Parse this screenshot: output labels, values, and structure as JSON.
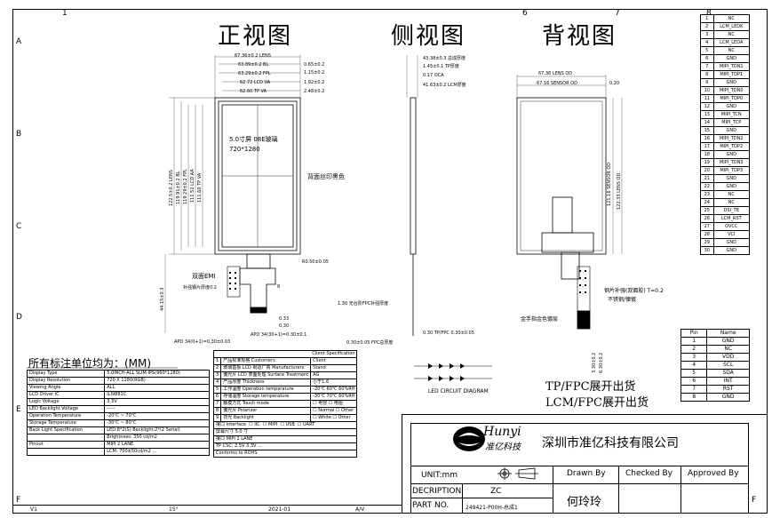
{
  "columns": [
    "1",
    "6",
    "7",
    "8"
  ],
  "rows": [
    "A",
    "B",
    "C",
    "D",
    "E",
    "F"
  ],
  "views": {
    "front": "正视图",
    "side": "侧视图",
    "back": "背视图"
  },
  "front_dims": {
    "d1": "67.36±0.2  LENS",
    "d2": "63.89±0.2 BL",
    "d3": "63.29±0.2 FPL",
    "d4": "62.72 LCD VA",
    "d5": "62.60 TP VA",
    "r1": "0.65±0.2",
    "r2": "1.15±0.2",
    "r3": "1.92±0.2",
    "r4": "2.48±0.2",
    "lcd_text": "5.0寸屏 08E玻璃",
    "lcd_res": "720*1280",
    "silk": "背面丝印黑色",
    "v1": "122.5±0.2 LENS",
    "v2": "119.91±0.2 BL",
    "v3": "119.29±0.2 FPL",
    "v4": "111.52 LCD AA",
    "v5": "111.60 TP VA",
    "fpc_len": "44.15±0.3",
    "shield": "双面EMI",
    "stiffener": "补强钢片厚度0.2",
    "d_apd": "APD 34(0+1)=0.30±0.03",
    "d_apd2": "APD 34(30+1)=0.30±0.1",
    "d_033": "0.33",
    "d_030": "0.30",
    "d_8": "8",
    "d_radius": "R0.50±0.05"
  },
  "side_dims": {
    "s1": "43.38±0.3 总成厚度",
    "s2": "1.45±0.1 TP厚度",
    "s3": "0.17 OCA",
    "s4": "41.63±0.2 LCM厚度",
    "fpc1": "1.30 无台阶FPC补强厚度",
    "fpc2": "0.30 TP/FPC 0.30±0.05",
    "fpc3": "0.30±0.05 FPC总厚度",
    "circuit": "LED CIRCUIT DIAGRAM"
  },
  "back_dims": {
    "b1": "67.36 LENS OD",
    "b2": "67.16 SENSOR OD",
    "b3": "0.20",
    "v1": "121.16 SENSOR OD",
    "v2": "122.33 LENS OD",
    "stiff": "钢片补强(双面胶) T=0.2",
    "stiff2": "不锈钢/镍镀",
    "gold": "金手指金色镀层",
    "fpc_w": "3.30±0.2",
    "fpc_w2": "6.30±0.2"
  },
  "units_note": "所有标注单位均为：(MM)",
  "spec_table": [
    [
      "Display Type",
      "5.0INCH-ALL SLIM-IPS(960*1280)"
    ],
    [
      "Display Resolution",
      "720 X 1280(RGB)"
    ],
    [
      "Viewing Angle",
      "ALL"
    ],
    [
      "LCD Driver IC",
      "ILI9881C"
    ],
    [
      "Logic Voltage",
      "3.3V"
    ],
    [
      "LED Backlight Voltage",
      "-----"
    ],
    [
      "Operation Temperature",
      "-20℃ ~ 70℃"
    ],
    [
      "Storage Temperature",
      "-30℃ ~ 80℃"
    ],
    [
      "Back Light Specification",
      "LED:8*2(S)  Backlight:2*(2 Serial)"
    ],
    [
      "",
      "Brightness: 350 cd/m2"
    ],
    [
      "Pinout",
      "MIPI 2 LANE"
    ],
    [
      "",
      "LCM: 700±50cd/m2 ..."
    ]
  ],
  "req_table": {
    "header": "Client Specification",
    "rows": [
      [
        "1",
        "产品标准规格 Customers",
        "Client"
      ],
      [
        "2",
        "玻璃基板 LCD 制造厂商 Manufacturers",
        "Stand"
      ],
      [
        "3",
        "偏光片 LCD 表面处理 Surface Treatment",
        "AG"
      ],
      [
        "4",
        "产品厚度 Thickness",
        "小于1.6"
      ],
      [
        "5",
        "工作温度 Operation temperature",
        "-20℃  60℃ 60%RH"
      ],
      [
        "6",
        "存储温度 Storage temperature",
        "-30℃  70℃ 60%RH"
      ],
      [
        "7",
        "触摸方式 Touch mode",
        "☐ 电容    ☐ 电阻"
      ],
      [
        "8",
        "偏光片 Polarizer",
        "☐ Normal  ☐ Other"
      ],
      [
        "9",
        "背光 Backlight",
        "☐ White   ☐ Other"
      ]
    ],
    "interface": [
      "接口 Interface",
      "☐ IIC",
      "☐ MIPI",
      "☐ USB",
      "☐ UART"
    ],
    "bottom1": "屏幕尺寸 5.0 寸",
    "bottom2": "接口 MIPI 2 LANE",
    "bottom3": "TP CSC: 2.5V  3.3V  ... ",
    "bottom4": "Conforms to ROHS"
  },
  "pin_top": [
    [
      "1",
      "NC"
    ],
    [
      "2",
      "LCM_LEDK"
    ],
    [
      "3",
      "NC"
    ],
    [
      "4",
      "LCM_LEDA"
    ],
    [
      "5",
      "NC"
    ],
    [
      "6",
      "GND"
    ],
    [
      "7",
      "MIPI_TDN1"
    ],
    [
      "8",
      "MIPI_TDP1"
    ],
    [
      "9",
      "GND"
    ],
    [
      "10",
      "MIPI_TDN0"
    ],
    [
      "11",
      "MIPI_TDP0"
    ],
    [
      "12",
      "GND"
    ],
    [
      "13",
      "MIPI_TCN"
    ],
    [
      "14",
      "MIPI_TCP"
    ],
    [
      "15",
      "GND"
    ],
    [
      "16",
      "MIPI_TDN2"
    ],
    [
      "17",
      "MIPI_TDP2"
    ],
    [
      "18",
      "GND"
    ],
    [
      "19",
      "MIPI_TDN3"
    ],
    [
      "20",
      "MIPI_TDP3"
    ],
    [
      "21",
      "GND"
    ],
    [
      "22",
      "GND"
    ],
    [
      "23",
      "NC"
    ],
    [
      "24",
      "NC"
    ],
    [
      "25",
      "DSI_TE"
    ],
    [
      "26",
      "LCM_RST"
    ],
    [
      "27",
      "OVCC"
    ],
    [
      "28",
      "VCI"
    ],
    [
      "29",
      "GND"
    ],
    [
      "30",
      "GND"
    ]
  ],
  "pin_bottom_header": [
    "Pin",
    "Name"
  ],
  "pin_bottom": [
    [
      "1",
      "GND"
    ],
    [
      "2",
      "NC"
    ],
    [
      "3",
      "VDD"
    ],
    [
      "4",
      "SCL"
    ],
    [
      "5",
      "SDA"
    ],
    [
      "6",
      "INT"
    ],
    [
      "7",
      "RST"
    ],
    [
      "8",
      "GND"
    ]
  ],
  "ship_notes": [
    "TP/FPC展开出货",
    "LCM/FPC展开出货"
  ],
  "title_block": {
    "brand": "Hunyi",
    "brand_cn": "准亿科技",
    "company": "深圳市准亿科技有限公司",
    "unit": "UNIT:mm",
    "drawn_by": "Drawn By",
    "checked_by": "Checked By",
    "approved_by": "Approved By",
    "desc_label": "DECRIPTION",
    "desc_value": "ZC",
    "part_label": "PART NO.",
    "part_value": "249421-P00H-总成1",
    "drawer": "何玲玲"
  },
  "footer": [
    "V1",
    "15°",
    "2021-01",
    "A/V"
  ]
}
